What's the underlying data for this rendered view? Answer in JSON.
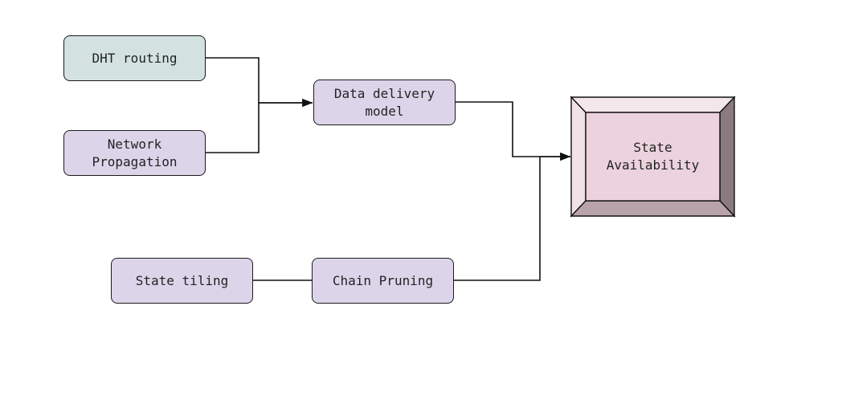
{
  "nodes": {
    "dht_routing": {
      "label": "DHT routing",
      "fill": "#d3e2e1"
    },
    "network_propagation": {
      "label": "Network\nPropagation",
      "fill": "#dcd5ea"
    },
    "data_delivery_model": {
      "label": "Data delivery\nmodel",
      "fill": "#dcd5ea"
    },
    "state_tiling": {
      "label": "State tiling",
      "fill": "#dcd5ea"
    },
    "chain_pruning": {
      "label": "Chain Pruning",
      "fill": "#dcd5ea"
    },
    "state_availability": {
      "label": "State\nAvailability",
      "fill": "#ecd2dd"
    }
  },
  "colors": {
    "stroke": "#111111",
    "bevel_top": "#f4e7ec",
    "bevel_left": "#f1e2e8",
    "bevel_right": "#8b7a80",
    "bevel_bottom": "#b8a3ab"
  },
  "edges": [
    {
      "from": "dht_routing",
      "to": "data_delivery_model",
      "arrow": true
    },
    {
      "from": "network_propagation",
      "to": "data_delivery_model",
      "arrow": true
    },
    {
      "from": "data_delivery_model",
      "to": "state_availability",
      "arrow": true
    },
    {
      "from": "state_tiling",
      "to": "chain_pruning",
      "arrow": false
    },
    {
      "from": "chain_pruning",
      "to": "state_availability",
      "arrow": true
    }
  ]
}
